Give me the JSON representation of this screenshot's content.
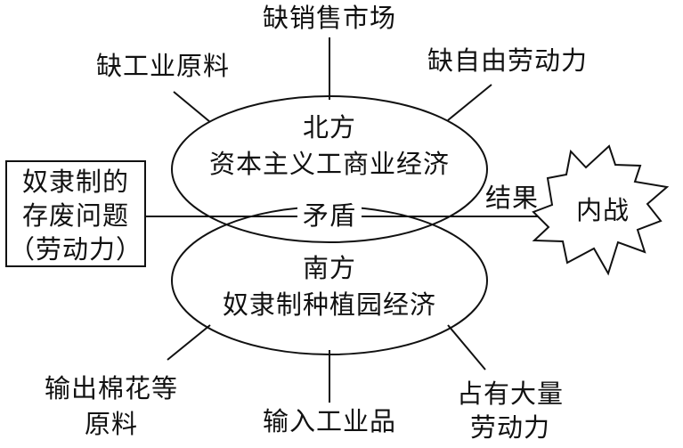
{
  "north": {
    "title": "北方",
    "economy": "资本主义工商业经济",
    "needs": [
      "缺销售市场",
      "缺工业原料",
      "缺自由劳动力"
    ]
  },
  "south": {
    "title": "南方",
    "economy": "奴隶制种植园经济",
    "features": [
      [
        "输出棉花等",
        "原料"
      ],
      "输入工业品",
      [
        "占有大量",
        "劳动力"
      ]
    ]
  },
  "conflict": "矛盾",
  "issue_box": [
    "奴隶制的",
    "存废问题",
    "（劳动力）"
  ],
  "result_label": "结果",
  "outcome": "内战",
  "colors": {
    "stroke": "#111111",
    "background": "#ffffff"
  }
}
